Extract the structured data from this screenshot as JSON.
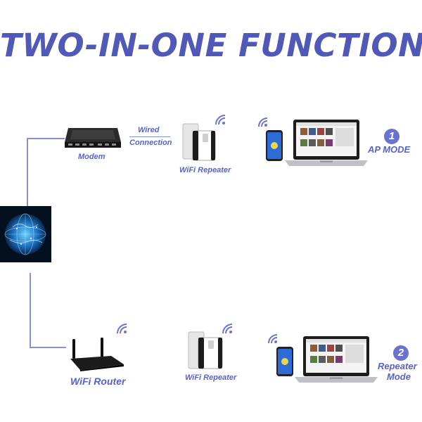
{
  "title": "TWO-IN-ONE FUNCTION",
  "mode1": {
    "modem_label": "Modem",
    "wired_label_line1": "Wired",
    "wired_label_line2": "Connection",
    "repeater_label": "WiFi Repeater",
    "number": "1",
    "mode_label": "AP MODE"
  },
  "mode2": {
    "router_label": "WiFi Router",
    "repeater_label": "WiFi Repeater",
    "number": "2",
    "mode_label_line1": "Repeater",
    "mode_label_line2": "Mode"
  },
  "colors": {
    "accent": "#5058b8",
    "label": "#5a62c4",
    "connector": "#8a8fd4",
    "wifi": "#6e74c8"
  },
  "icons": [
    "globe-icon",
    "modem-icon",
    "router-icon",
    "wifi-repeater-icon",
    "smartphone-icon",
    "laptop-icon",
    "wifi-signal-icon"
  ]
}
